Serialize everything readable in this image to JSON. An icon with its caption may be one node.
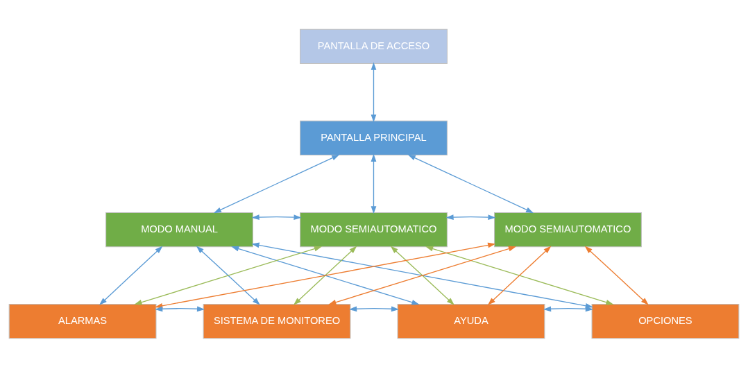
{
  "diagram": {
    "nodes": [
      {
        "text": [
          "PANTALLA DE ACCESO"
        ]
      },
      {
        "text": [
          "PANTALLA PRINCIPAL"
        ]
      },
      {
        "text": [
          "MODO MANUAL"
        ]
      },
      {
        "text": [
          "MODO SEMIAUTOMATICO"
        ]
      },
      {
        "text": [
          "MODO SEMIAUTOMATICO"
        ]
      },
      {
        "text": [
          "ALARMAS"
        ]
      },
      {
        "text": [
          "SISTEMA DE MONITOREO"
        ]
      },
      {
        "text": [
          "AYUDA"
        ]
      },
      {
        "text": [
          "OPCIONES"
        ]
      }
    ],
    "edges": [
      {
        "from": 0,
        "to": 1,
        "arrow": "both"
      },
      {
        "from": 1,
        "to": 2,
        "arrow": "both"
      },
      {
        "from": 1,
        "to": 3,
        "arrow": "both"
      },
      {
        "from": 1,
        "to": 4,
        "arrow": "both"
      },
      {
        "from": 2,
        "to": 3,
        "arrow": "both"
      },
      {
        "from": 3,
        "to": 4,
        "arrow": "both"
      },
      {
        "from": 2,
        "to": 5,
        "arrow": "both"
      },
      {
        "from": 2,
        "to": 6,
        "arrow": "both"
      },
      {
        "from": 2,
        "to": 7,
        "arrow": "both"
      },
      {
        "from": 2,
        "to": 8,
        "arrow": "both"
      },
      {
        "from": 3,
        "to": 5,
        "arrow": "both",
        "color": "#9bbb59"
      },
      {
        "from": 3,
        "to": 6,
        "arrow": "both",
        "color": "#9bbb59"
      },
      {
        "from": 3,
        "to": 7,
        "arrow": "both",
        "color": "#9bbb59"
      },
      {
        "from": 3,
        "to": 8,
        "arrow": "both",
        "color": "#9bbb59"
      },
      {
        "from": 4,
        "to": 5,
        "arrow": "both",
        "color": "#ed7d31"
      },
      {
        "from": 4,
        "to": 6,
        "arrow": "both",
        "color": "#ed7d31"
      },
      {
        "from": 4,
        "to": 7,
        "arrow": "both",
        "color": "#ed7d31"
      },
      {
        "from": 4,
        "to": 8,
        "arrow": "both",
        "color": "#ed7d31"
      },
      {
        "from": 5,
        "to": 6,
        "arrow": "both"
      },
      {
        "from": 6,
        "to": 7,
        "arrow": "both"
      },
      {
        "from": 7,
        "to": 8,
        "arrow": "both"
      }
    ]
  }
}
